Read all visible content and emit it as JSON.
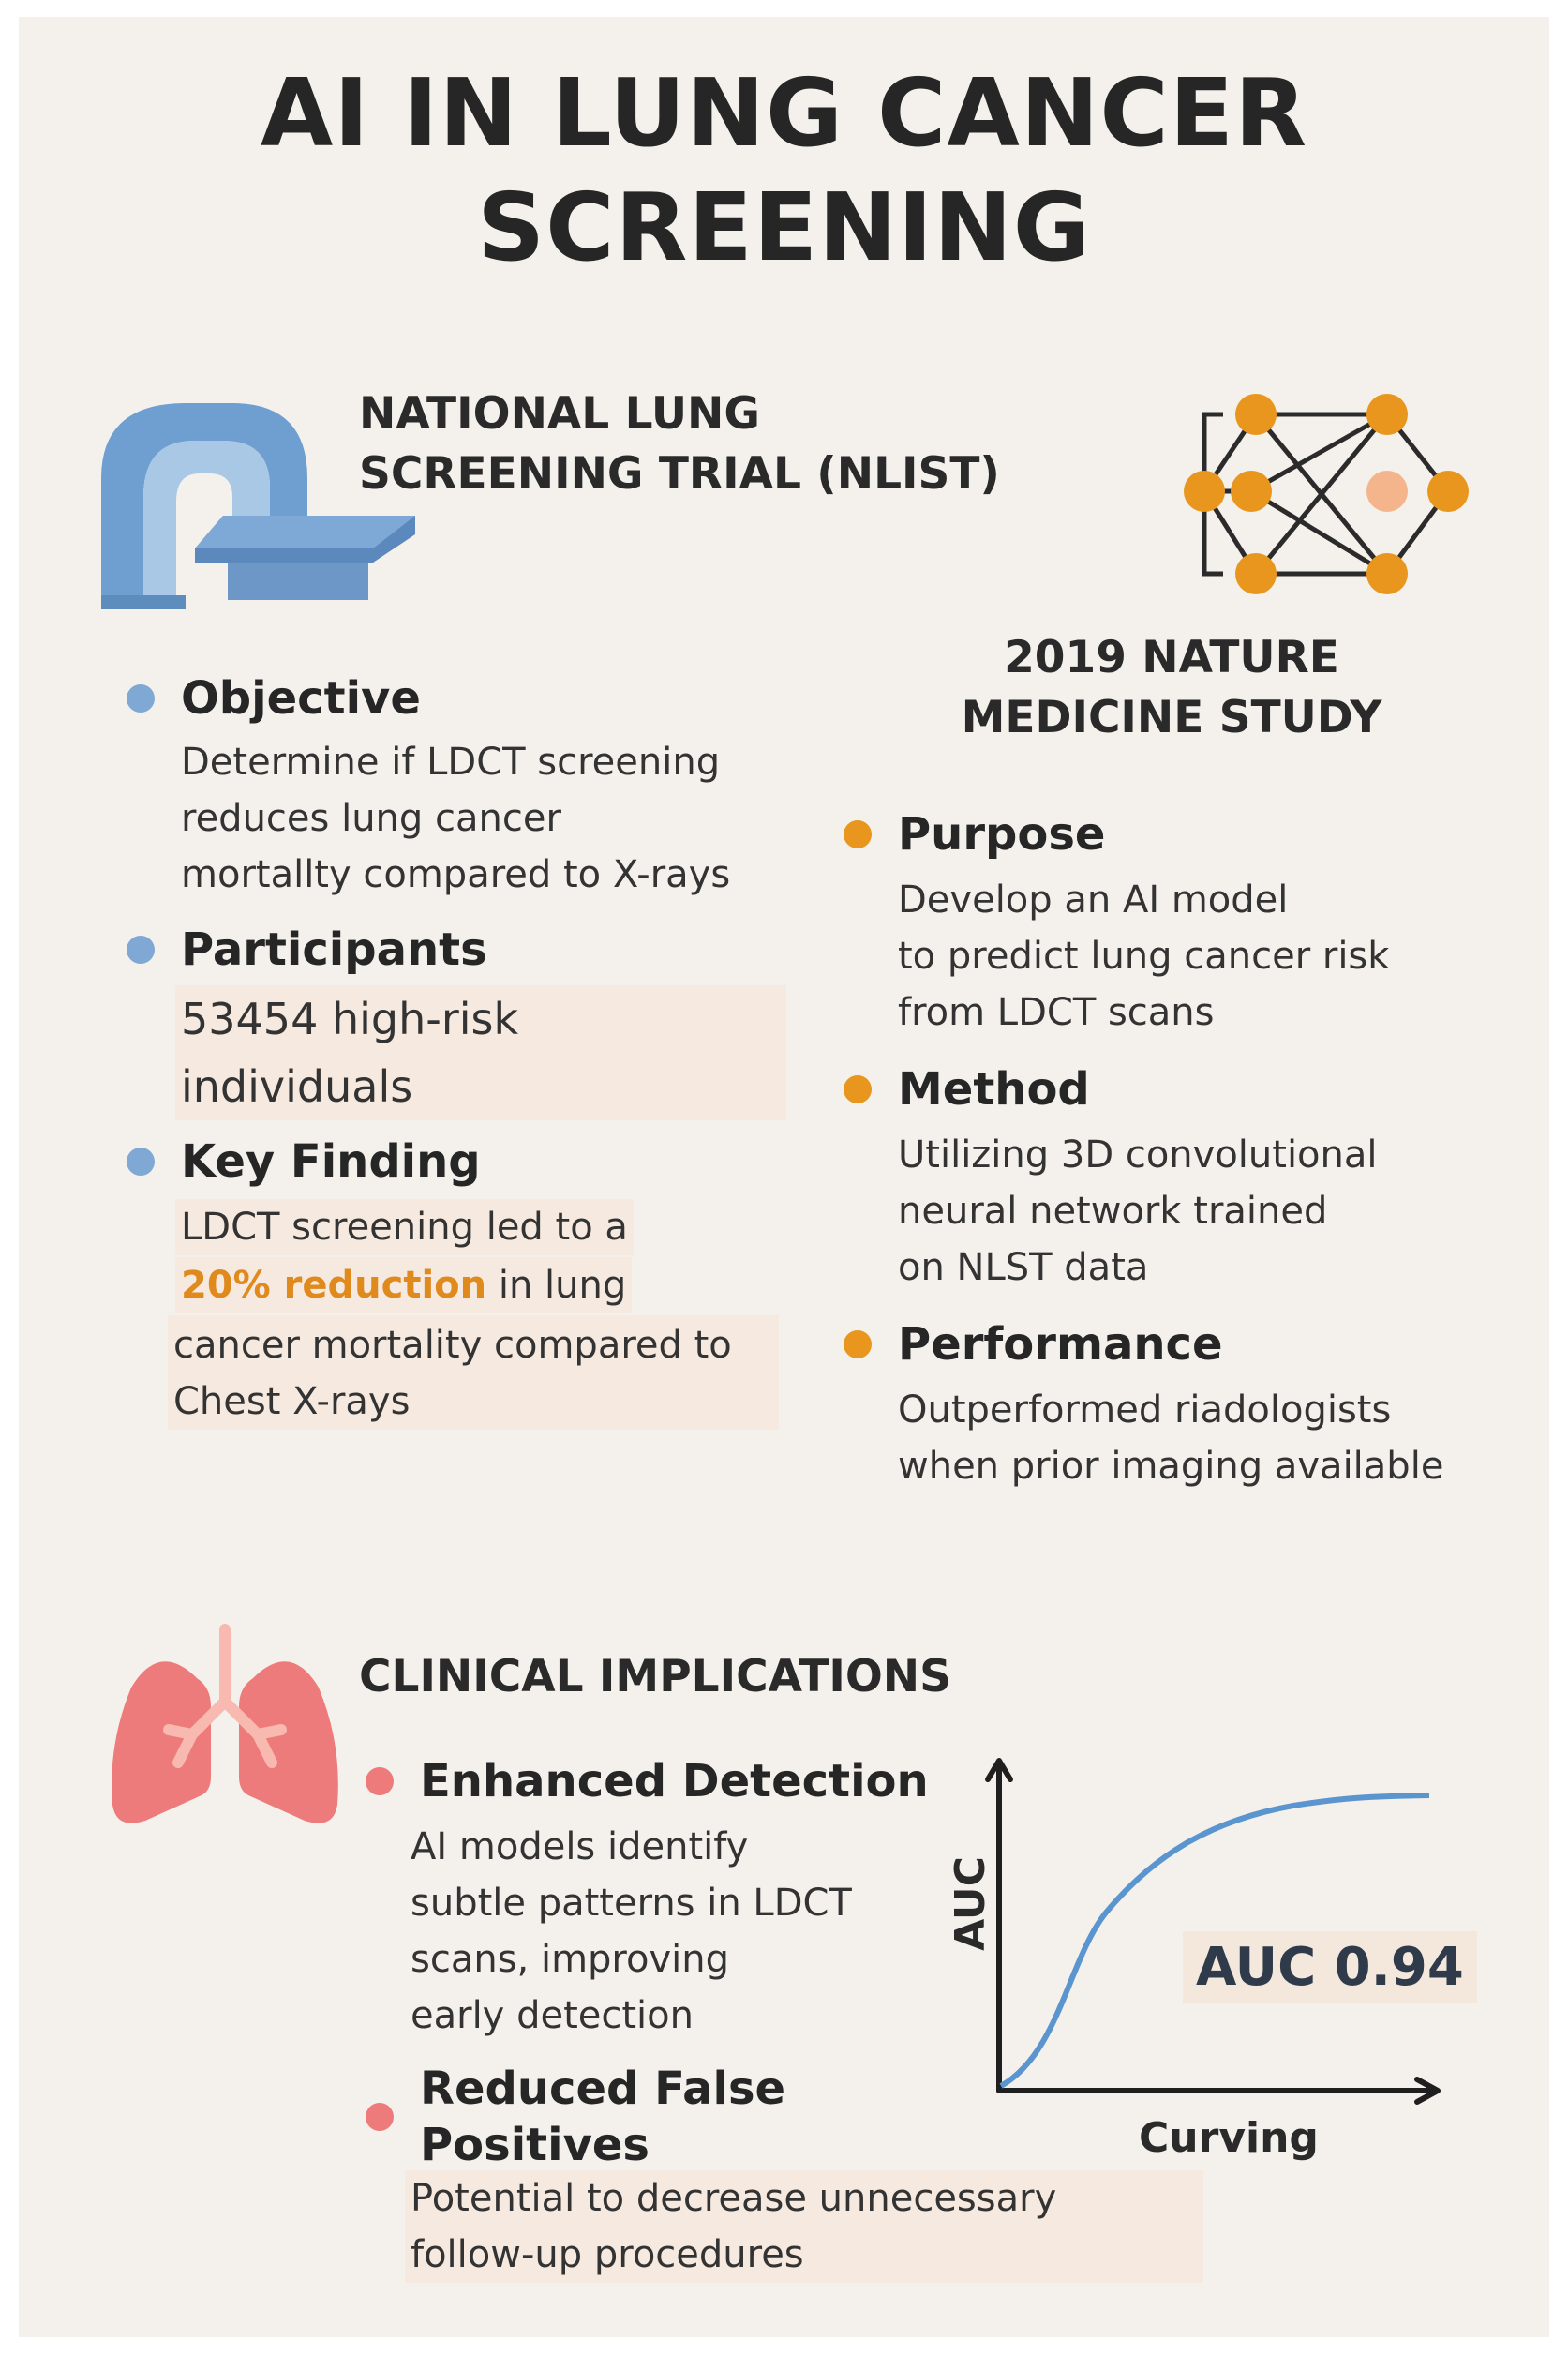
{
  "title": {
    "line1": "AI IN LUNG CANCER",
    "line2": "SCREENING"
  },
  "nlist": {
    "heading_line1": "NATIONAL LUNG",
    "heading_line2": "SCREENING TRIAL (NLIST)",
    "icon": "ct-scanner-icon",
    "accent": "#7fa8d4",
    "items": [
      {
        "label": "Objective",
        "lines": [
          "Determine if LDCT screening",
          "reduces lung cancer",
          "mortallty compared to X-rays"
        ]
      },
      {
        "label": "Participants",
        "lines": [
          "53454 high-risk",
          "individuals"
        ]
      },
      {
        "label": "Key Finding",
        "line1": "LDCT screening led to a",
        "highlight": "20% reduction",
        "line2_rest": " in  lung",
        "line3": "cancer mortality compared to",
        "line4": "Chest X-rays"
      }
    ]
  },
  "nature": {
    "heading_line1": "2019 NATURE",
    "heading_line2": "MEDICINE STUDY",
    "icon": "neural-network-icon",
    "accent": "#e8961e",
    "items": [
      {
        "label": "Purpose",
        "lines": [
          "Develop an AI model",
          "to predict lung cancer risk",
          "from LDCT scans"
        ]
      },
      {
        "label": "Method",
        "lines": [
          "Utilizing 3D convolutional",
          "neural network trained",
          "on NLST data"
        ]
      },
      {
        "label": "Performance",
        "lines": [
          "Outperformed riadologists",
          "when prior imaging available"
        ]
      }
    ]
  },
  "clinical": {
    "heading": "CLINICAL IMPLICATIONS",
    "icon": "lungs-icon",
    "accent": "#ee7b7b",
    "items": [
      {
        "label": "Enhanced Detection",
        "lines": [
          "AI models identify",
          "subtle patterns in LDCT",
          "scans, improving",
          "early detection"
        ]
      },
      {
        "label": "Reduced False Positives",
        "lines": [
          "Potential to decrease unnecessary",
          "follow-up procedures"
        ]
      }
    ]
  },
  "chart": {
    "ylabel": "AUC",
    "xlabel": "Curving",
    "annotation": "AUC 0.94",
    "line_color": "#5b95cf"
  }
}
